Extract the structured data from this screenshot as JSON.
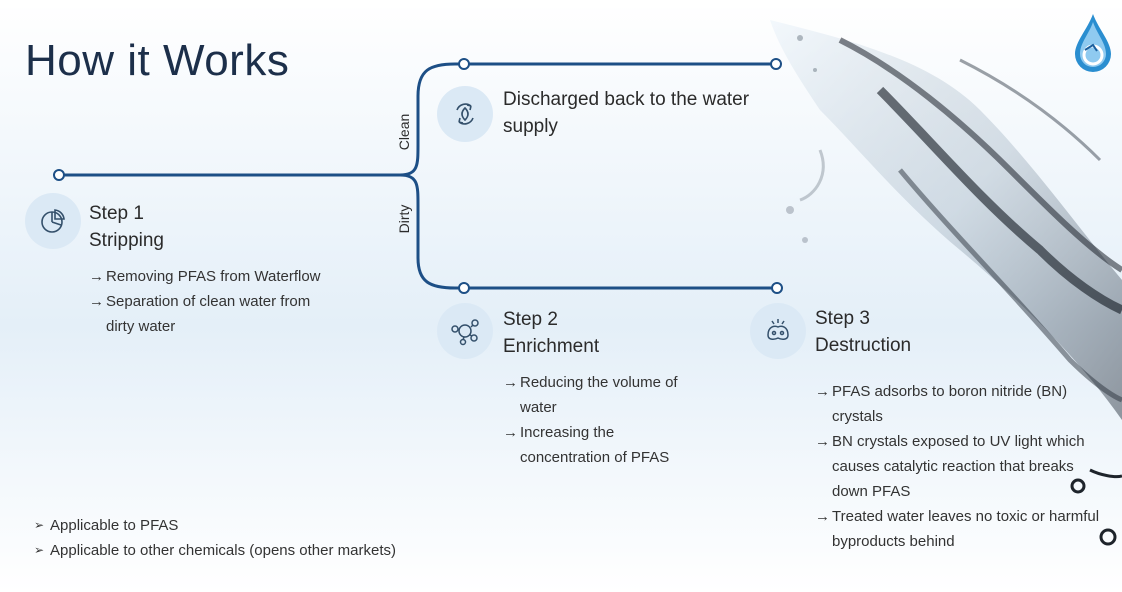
{
  "title": "How it Works",
  "branches": {
    "clean": "Clean",
    "dirty": "Dirty"
  },
  "discharge": {
    "text": "Discharged back to the water supply",
    "icon": "recycle-icon"
  },
  "steps": [
    {
      "line1": "Step 1",
      "line2": "Stripping",
      "icon": "pie-chart-icon",
      "bullets": [
        "Removing PFAS from Waterflow",
        "Separation of clean water from dirty water"
      ]
    },
    {
      "line1": "Step 2",
      "line2": "Enrichment",
      "icon": "molecule-icon",
      "bullets": [
        "Reducing the volume of water",
        "Increasing the concentration of PFAS"
      ]
    },
    {
      "line1": "Step 3",
      "line2": "Destruction",
      "icon": "reaction-icon",
      "bullets": [
        "PFAS adsorbs to boron nitride (BN) crystals",
        "BN crystals exposed to UV light which causes catalytic reaction that breaks down PFAS",
        "Treated water leaves no toxic or harmful byproducts behind"
      ]
    }
  ],
  "arrow_glyph": "→",
  "bottom_bullets": [
    "Applicable to PFAS",
    "Applicable to other chemicals (opens other markets)"
  ],
  "bottom_marker": "➢",
  "colors": {
    "line": "#1d4f86",
    "circle": "#dbe9f5",
    "title": "#1c2f4a",
    "logo": "#2a8ed0"
  }
}
